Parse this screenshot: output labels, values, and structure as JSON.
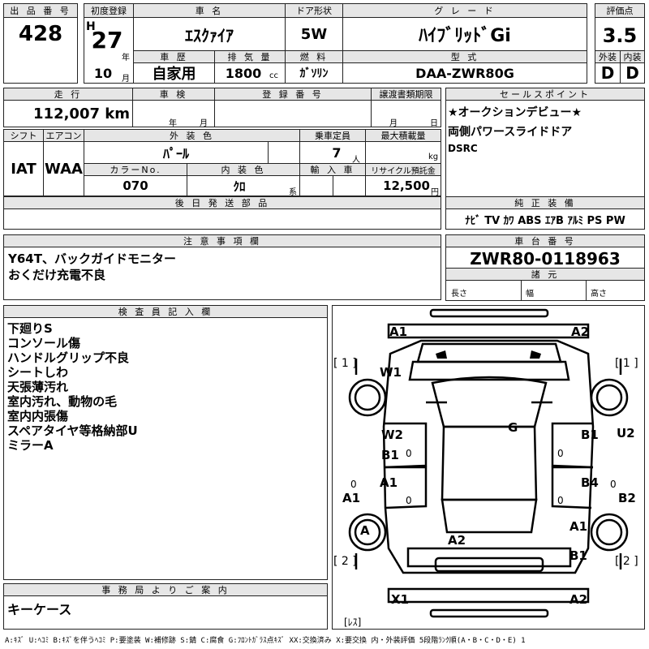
{
  "header": {
    "lot_no_label": "出 品 番 号",
    "lot_no": "428",
    "first_reg_label": "初度登録",
    "era": "H",
    "year": "27",
    "year_unit": "年",
    "month": "10",
    "month_unit": "月",
    "car_name_label": "車 名",
    "car_name": "ｴｽｸｧｲｱ",
    "door_label": "ドア形状",
    "door": "5W",
    "grade_label": "グ レ ー ド",
    "grade": "ﾊｲﾌﾞﾘｯﾄﾞGi",
    "score_label": "評価点",
    "score": "3.5",
    "history_label": "車 歴",
    "history": "自家用",
    "displacement_label": "排 気 量",
    "displacement": "1800",
    "displacement_unit": "cc",
    "fuel_label": "燃 料",
    "fuel": "ｶﾞｿﾘﾝ",
    "model_label": "型 式",
    "model": "DAA-ZWR80G",
    "exterior_label": "外装",
    "exterior": "D",
    "interior_label": "内装",
    "interior": "D"
  },
  "row2": {
    "mileage_label": "走 行",
    "mileage": "112,007 km",
    "inspection_label": "車 検",
    "insp_year": "年",
    "insp_month": "月",
    "reg_no_label": "登 録 番 号",
    "transfer_label": "譲渡書類期限",
    "transfer_month": "月",
    "transfer_day": "日",
    "shift_label": "シフト",
    "shift": "IAT",
    "ac_label": "エアコン",
    "ac": "WAA",
    "color_label": "外 装 色",
    "color": "ﾊﾟｰﾙ",
    "capacity_label": "乗車定員",
    "capacity": "7",
    "capacity_unit": "人",
    "load_label": "最大積載量",
    "load_unit": "kg",
    "color_no_label": "カラーNo.",
    "color_no": "070",
    "int_color_label": "内 装 色",
    "int_color": "ｸﾛ",
    "int_color_unit": "系",
    "import_label": "輸 入 車",
    "recycle_label": "リサイクル預託金",
    "recycle": "12,500",
    "recycle_unit": "円",
    "later_parts_label": "後 日 発 送 部 品"
  },
  "sales": {
    "label": "セールスポイント",
    "lines": [
      "★オークションデビュー★",
      "両側パワースライドドア",
      "DSRC"
    ]
  },
  "equipment": {
    "label": "純 正 装 備",
    "items": "ﾅﾋﾞ TV ｶﾜ ABS ｴｱB ｱﾙﾐ PS PW"
  },
  "notes": {
    "label": "注 意 事 項 欄",
    "lines": [
      "Y64T、バックガイドモニター",
      "おくだけ充電不良"
    ]
  },
  "chassis": {
    "label": "車 台 番 号",
    "value": "ZWR80-0118963",
    "spec_label": "諸 元",
    "length": "長さ",
    "width": "幅",
    "height": "高さ"
  },
  "inspector": {
    "label": "検 査 員 記 入 欄",
    "lines": [
      "下廻りS",
      "コンソール傷",
      "ハンドルグリップ不良",
      "シートしわ",
      "天張薄汚れ",
      "室内汚れ、動物の毛",
      "室内内張傷",
      "スペアタイヤ等格納部U",
      "ミラーA"
    ]
  },
  "office": {
    "label": "事 務 局 よ り ご 案 内",
    "text": "キーケース"
  },
  "diagram": {
    "marks": [
      "A1",
      "A2",
      "W1",
      "G",
      "W2",
      "B1",
      "B1",
      "U2",
      "A1",
      "B4",
      "A1",
      "B2",
      "A",
      "A2",
      "A1",
      "B1",
      "X1",
      "A2",
      "[ 1 ]",
      "[ 1 ]",
      "[ 2 ]",
      "[ 2 ]",
      "[ﾚｽ]",
      "0",
      "0",
      "0",
      "0",
      "0",
      "0"
    ]
  },
  "legend": "A:ｷｽﾞ U:ﾍｺﾐ B:ｷｽﾞを伴うﾍｺﾐ P:要塗装 W:補修跡 S:錆 C:腐食 G:ﾌﾛﾝﾄｶﾞﾗｽ点ｷｽﾞ XX:交換済み X:要交換 内・外装評価 5段階ﾗﾝｸ順(A・B・C・D・E) 1"
}
